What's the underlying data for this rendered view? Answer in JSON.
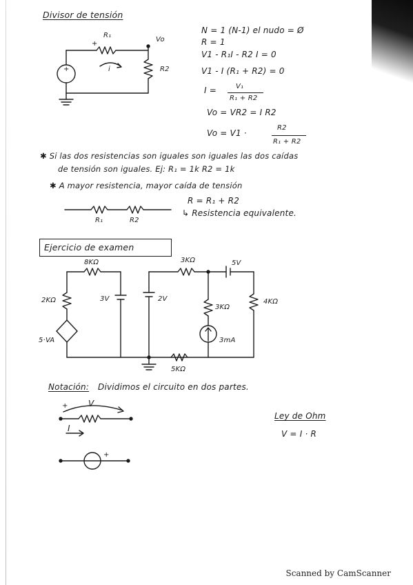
{
  "section1": {
    "title": "Divisor de tensión",
    "circuit_labels": {
      "r1": "R₁",
      "vo": "Vo",
      "r2": "R2",
      "plus": "+",
      "current": "i"
    },
    "equations": [
      "N = 1   (N-1) el nudo = Ø",
      "R = 1",
      "V1 - R₁I - R2 I = 0",
      "V1 - I (R₁ + R2) = 0",
      "I = ",
      "Vo = VR2 = I R2",
      "Vo = V1 · "
    ],
    "fraction_i": {
      "num": "V₁",
      "den": "R₁ + R2"
    },
    "fraction_vo": {
      "num": "R2",
      "den": "R₁ + R2"
    },
    "note1_line1": "✱ Si las dos resistencias son iguales son iguales las dos caídas",
    "note1_line2": "de tensión son iguales. Ej: R₁ = 1k   R2 = 1k",
    "note2": "✱ A mayor resistencia, mayor caída de tensión",
    "series_labels": {
      "r1": "R₁",
      "r2": "R2"
    },
    "equiv_eq": "R = R₁ + R2",
    "equiv_text": "↳ Resistencia equivalente."
  },
  "section2": {
    "title": "Ejercicio de examen",
    "labels": {
      "r8k": "8KΩ",
      "r2k": "2KΩ",
      "v3": "3V",
      "dep": "5·VA",
      "v2": "2V",
      "r3k_top": "3KΩ",
      "v5": "5V",
      "r3k_mid": "3KΩ",
      "i3ma": "3mA",
      "r4k": "4KΩ",
      "r5k": "5KΩ"
    }
  },
  "section3": {
    "title": "Notación:",
    "text": "Dividimos el circuito en dos partes.",
    "v_label": "V",
    "i_label": "I",
    "ohm_title": "Ley de Ohm",
    "ohm_eq": "V = I · R"
  },
  "footer": "Scanned by CamScanner"
}
